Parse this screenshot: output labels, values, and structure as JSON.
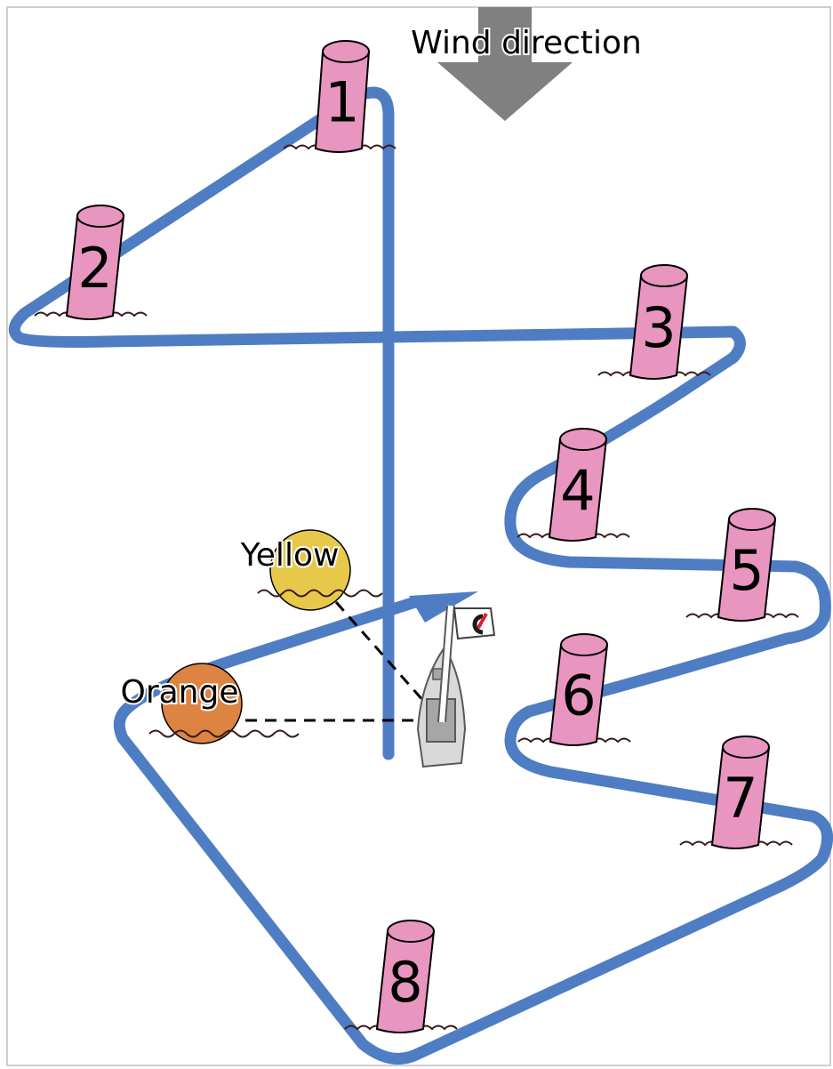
{
  "wind_label": "Wind direction",
  "buoys": [
    {
      "number": "1",
      "color": "pink"
    },
    {
      "number": "2",
      "color": "pink"
    },
    {
      "number": "3",
      "color": "pink"
    },
    {
      "number": "4",
      "color": "pink"
    },
    {
      "number": "5",
      "color": "pink"
    },
    {
      "number": "6",
      "color": "pink"
    },
    {
      "number": "7",
      "color": "pink"
    },
    {
      "number": "8",
      "color": "pink"
    }
  ],
  "reference_marks": [
    {
      "label": "Yellow",
      "color": "yellow"
    },
    {
      "label": "Orange",
      "color": "orange"
    }
  ],
  "colors": {
    "course_line": "#4f7dc4",
    "buoy_fill": "#e896bf",
    "yellow_fill": "#e8c84a",
    "orange_fill": "#dd8443",
    "wind_arrow": "#808080",
    "boat_fill": "#d9d9d9",
    "boat_cabin": "#a6a6a6",
    "flag_logo_red": "#d8232a"
  },
  "icons": [
    "wind-arrow-icon",
    "sailboat-icon",
    "flag-logo-icon",
    "buoy-icon"
  ]
}
